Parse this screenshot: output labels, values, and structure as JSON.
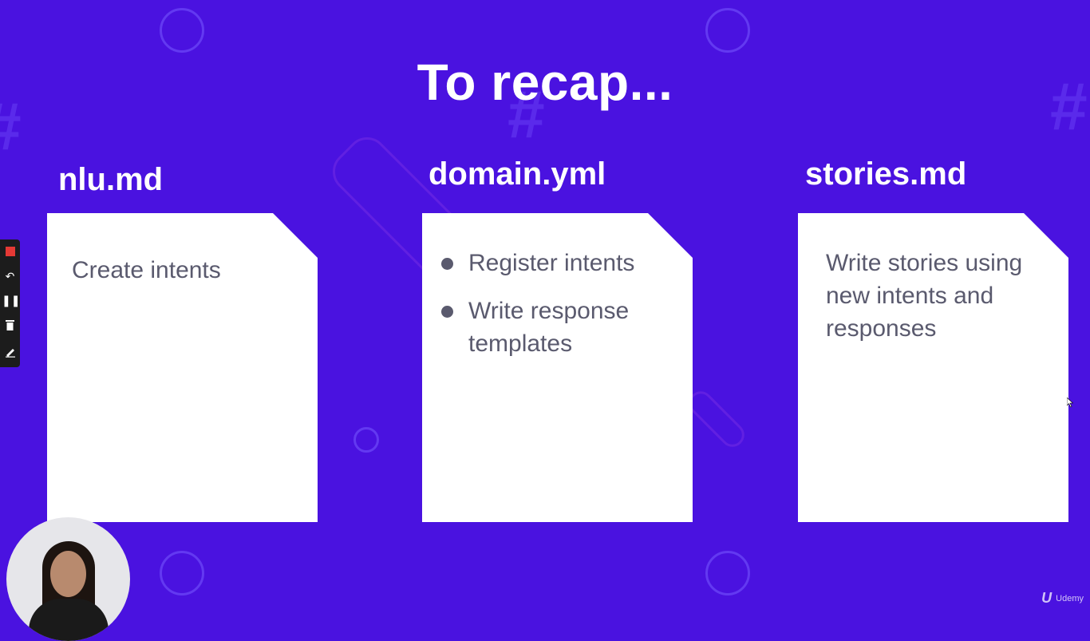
{
  "slide": {
    "title": "To recap...",
    "columns": [
      {
        "heading": "nlu.md",
        "items": [
          "Create intents"
        ],
        "bulleted": false
      },
      {
        "heading": "domain.yml",
        "items": [
          "Register intents",
          "Write response templates"
        ],
        "bulleted": true
      },
      {
        "heading": "stories.md",
        "items": [
          "Write stories using new intents and responses"
        ],
        "bulleted": false
      }
    ]
  },
  "toolbar": {
    "tools": [
      "record-stop-icon",
      "undo-icon",
      "pause-icon",
      "trash-icon",
      "pen-icon"
    ]
  },
  "branding": {
    "logo_text": "Udemy"
  },
  "colors": {
    "background": "#4a12e0",
    "card": "#ffffff",
    "card_text": "#5a5a6e",
    "heading": "#ffffff"
  }
}
